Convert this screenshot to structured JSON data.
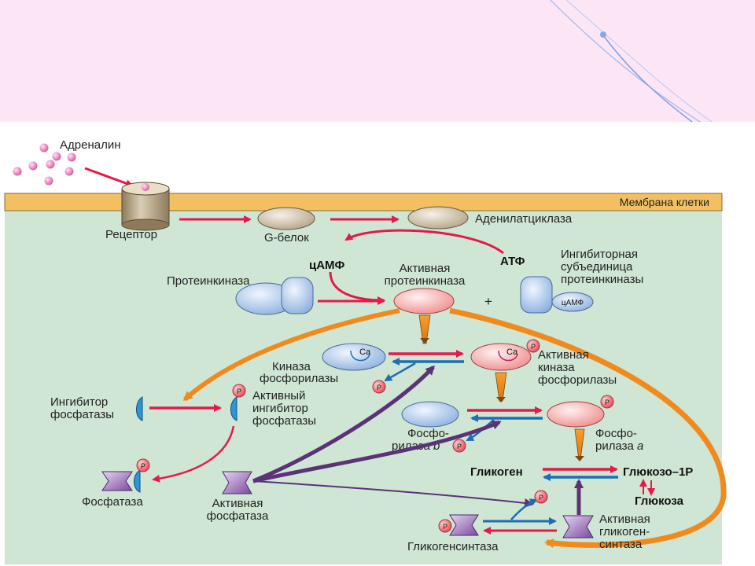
{
  "labels": {
    "adrenaline": "Адреналин",
    "membrane": "Мембрана клетки",
    "receptor": "Рецептор",
    "g_protein": "G-белок",
    "adenylate_cyclase": "Аденилатциклаза",
    "camp": "цАМФ",
    "atp": "АТФ",
    "active_pk": [
      "Активная",
      "протеинкиназа"
    ],
    "pk": "Протеинкиназа",
    "inhibitory_subunit": [
      "Ингибиторная",
      "субъединица",
      "протеинкиназы"
    ],
    "camp_small": "цАМФ",
    "plus": "+",
    "ca": "Ca",
    "p": "P",
    "phk": [
      "Киназа",
      "фосфорилазы"
    ],
    "active_phk": [
      "Активная",
      "киназа",
      "фосфорилазы"
    ],
    "phosphatase_inhibitor": [
      "Ингибитор",
      "фосфатазы"
    ],
    "active_inhibitor": [
      "Активный",
      "ингибитор",
      "фосфатазы"
    ],
    "phosphorylase_b": [
      "Фосфо-",
      "рилаза "
    ],
    "letter_b": "b",
    "phosphorylase_a": [
      "Фосфо-",
      "рилаза "
    ],
    "letter_a": "a",
    "glycogen": "Гликоген",
    "g1p": "Глюкозо–1Р",
    "glucose": "Глюкоза",
    "phosphatase": "Фосфатаза",
    "active_phosphatase": [
      "Активная",
      "фосфатаза"
    ],
    "active_gs": [
      "Активная",
      "гликоген-",
      "синтаза"
    ],
    "gs": "Гликогенсинтаза"
  },
  "colors": {
    "header": "#fce6f6",
    "cytoplasm": "#cfe6d4",
    "membrane": "#f2c063",
    "red_arrow": "#e6194b",
    "blue_arrow": "#1a6fb5",
    "orange_arrow": "#f08a1d",
    "purple_arrow": "#5c3277",
    "phosphate": "#e8606a"
  }
}
